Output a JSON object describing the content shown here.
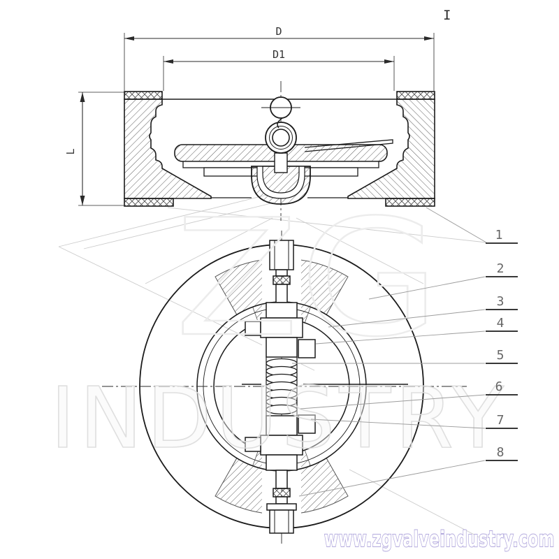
{
  "labels": {
    "dim_d": "D",
    "dim_d1": "D1",
    "dim_l": "L",
    "section_mark": "I"
  },
  "callouts": [
    "1",
    "2",
    "3",
    "4",
    "5",
    "6",
    "7",
    "8"
  ],
  "watermark": {
    "logo": "ZG",
    "name": "INDUSTRY",
    "url": "www.zgvalveindustry.com"
  },
  "colors": {
    "line": "#1b1b1b",
    "thin_line": "#9c9c9c",
    "hatch": "#4a4a4a",
    "callout_text": "#666666",
    "url_stroke": "#b2a8dd",
    "url_fill": "#ffffff",
    "watermark": "#dcdcdc"
  }
}
